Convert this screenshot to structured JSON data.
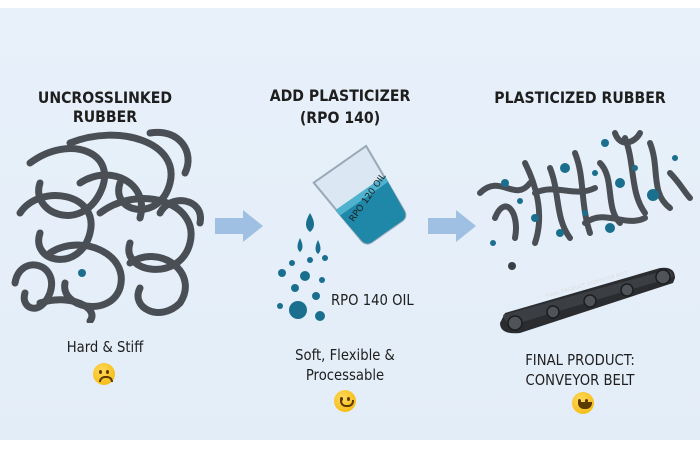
{
  "panels": [
    {
      "title": "UNCROSSLINKED RUBBER",
      "caption": "Hard & Stiff",
      "face": "sad"
    },
    {
      "title_line1": "ADD PLASTICIZER",
      "title_line2": "(RPO 140)",
      "beaker_label": "RPO 120 OIL",
      "oil_label": "RPO 140 OIL",
      "caption_line1": "Soft, Flexible &",
      "caption_line2": "Processable",
      "face": "happy"
    },
    {
      "title": "PLASTICIZED RUBBER",
      "belt_label": "FINAL PRODUCT: CONVEYOR BELT",
      "caption_line1": "FINAL PRODUCT:",
      "caption_line2": "CONVEYOR BELT",
      "face": "happy"
    }
  ],
  "colors": {
    "rubber": "#4a4f56",
    "oil": "#1a6f8f",
    "arrow": "#9fc0e2",
    "background": "#e6eff9"
  }
}
